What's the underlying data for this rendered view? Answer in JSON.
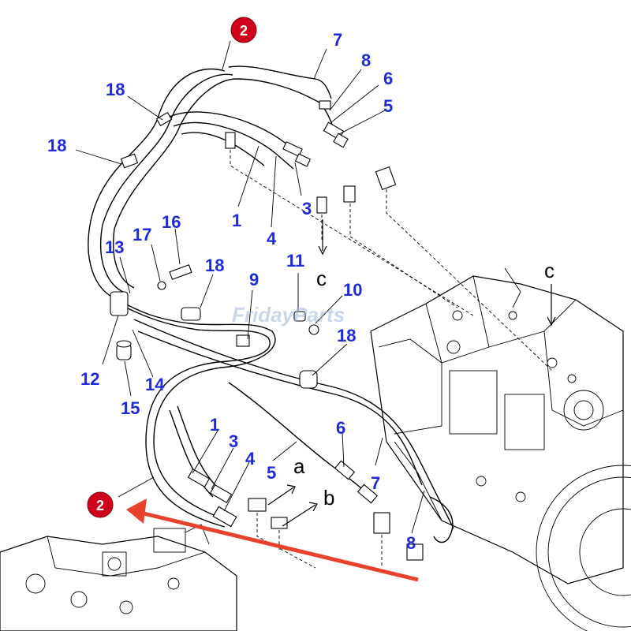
{
  "diagram": {
    "badges": [
      {
        "id": "badge-top",
        "label": "2"
      },
      {
        "id": "badge-bottom",
        "label": "2"
      }
    ],
    "callouts": [
      {
        "id": "c7a",
        "label": "7"
      },
      {
        "id": "c8a",
        "label": "8"
      },
      {
        "id": "c6a",
        "label": "6"
      },
      {
        "id": "c5a",
        "label": "5"
      },
      {
        "id": "c18a",
        "label": "18"
      },
      {
        "id": "c18b",
        "label": "18"
      },
      {
        "id": "c1a",
        "label": "1"
      },
      {
        "id": "c4a",
        "label": "4"
      },
      {
        "id": "c3a",
        "label": "3"
      },
      {
        "id": "c17",
        "label": "17"
      },
      {
        "id": "c16",
        "label": "16"
      },
      {
        "id": "c13",
        "label": "13"
      },
      {
        "id": "c18c",
        "label": "18"
      },
      {
        "id": "c9",
        "label": "9"
      },
      {
        "id": "c11",
        "label": "11"
      },
      {
        "id": "c10",
        "label": "10"
      },
      {
        "id": "c18d",
        "label": "18"
      },
      {
        "id": "c12",
        "label": "12"
      },
      {
        "id": "c14",
        "label": "14"
      },
      {
        "id": "c15",
        "label": "15"
      },
      {
        "id": "c1b",
        "label": "1"
      },
      {
        "id": "c3b",
        "label": "3"
      },
      {
        "id": "c4b",
        "label": "4"
      },
      {
        "id": "c5b",
        "label": "5"
      },
      {
        "id": "c6b",
        "label": "6"
      },
      {
        "id": "c7b",
        "label": "7"
      },
      {
        "id": "c8b",
        "label": "8"
      }
    ],
    "letters": [
      {
        "id": "lc1",
        "label": "c"
      },
      {
        "id": "lc2",
        "label": "c"
      },
      {
        "id": "la",
        "label": "a"
      },
      {
        "id": "lb",
        "label": "b"
      }
    ],
    "watermark": "FridayParts",
    "colors": {
      "callout": "#1f2bd6",
      "badge": "#d0021b",
      "arrow": "#e8412c",
      "line": "#000000"
    }
  }
}
